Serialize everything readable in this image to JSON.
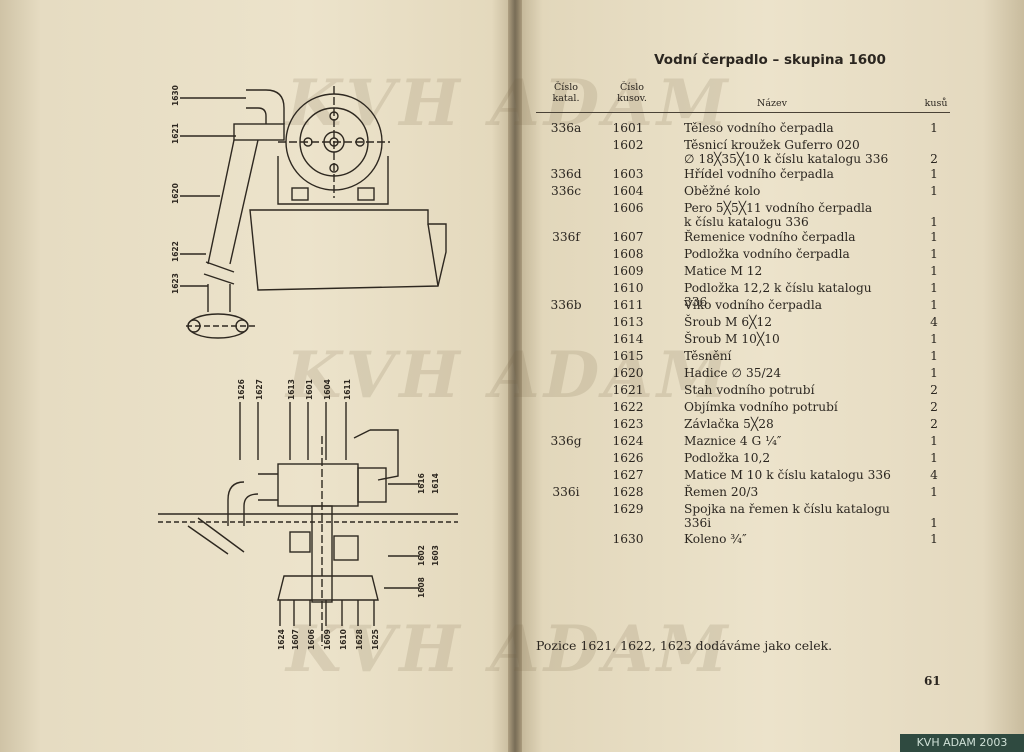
{
  "right_page": {
    "title": "Vodní čerpadlo – skupina 1600",
    "headers": {
      "cat_line1": "Číslo",
      "cat_line2": "katal.",
      "num_line1": "Číslo",
      "num_line2": "kusov.",
      "name": "Název",
      "qty": "kusů"
    },
    "rows": [
      {
        "cat": "336a",
        "num": "1601",
        "name": [
          "Těleso vodního čerpadla"
        ],
        "qty": "1"
      },
      {
        "cat": "",
        "num": "1602",
        "name": [
          "Těsnicí kroužek Guferro 020",
          "∅ 18╳35╳10 k číslu katalogu 336"
        ],
        "qty": "2"
      },
      {
        "cat": "336d",
        "num": "1603",
        "name": [
          "Hřídel vodního čerpadla"
        ],
        "qty": "1"
      },
      {
        "cat": "336c",
        "num": "1604",
        "name": [
          "Oběžné kolo"
        ],
        "qty": "1"
      },
      {
        "cat": "",
        "num": "1606",
        "name": [
          "Pero 5╳5╳11 vodního čerpadla",
          "k číslu katalogu 336"
        ],
        "qty": "1"
      },
      {
        "cat": "336f",
        "num": "1607",
        "name": [
          "Řemenice vodního čerpadla"
        ],
        "qty": "1"
      },
      {
        "cat": "",
        "num": "1608",
        "name": [
          "Podložka vodního čerpadla"
        ],
        "qty": "1"
      },
      {
        "cat": "",
        "num": "1609",
        "name": [
          "Matice M 12"
        ],
        "qty": "1"
      },
      {
        "cat": "",
        "num": "1610",
        "name": [
          "Podložka 12,2 k číslu katalogu 336"
        ],
        "qty": "1"
      },
      {
        "cat": "336b",
        "num": "1611",
        "name": [
          "Víko vodního čerpadla"
        ],
        "qty": "1"
      },
      {
        "cat": "",
        "num": "1613",
        "name": [
          "Šroub M 6╳12"
        ],
        "qty": "4"
      },
      {
        "cat": "",
        "num": "1614",
        "name": [
          "Šroub M 10╳10"
        ],
        "qty": "1"
      },
      {
        "cat": "",
        "num": "1615",
        "name": [
          "Těsnění"
        ],
        "qty": "1"
      },
      {
        "cat": "",
        "num": "1620",
        "name": [
          "Hadice ∅ 35/24"
        ],
        "qty": "1"
      },
      {
        "cat": "",
        "num": "1621",
        "name": [
          "Stah vodního potrubí"
        ],
        "qty": "2"
      },
      {
        "cat": "",
        "num": "1622",
        "name": [
          "Objímka vodního potrubí"
        ],
        "qty": "2"
      },
      {
        "cat": "",
        "num": "1623",
        "name": [
          "Závlačka 5╳28"
        ],
        "qty": "2"
      },
      {
        "cat": "336g",
        "num": "1624",
        "name": [
          "Maznice 4 G ¼″"
        ],
        "qty": "1"
      },
      {
        "cat": "",
        "num": "1626",
        "name": [
          "Podložka 10,2"
        ],
        "qty": "1"
      },
      {
        "cat": "",
        "num": "1627",
        "name": [
          "Matice M 10 k číslu katalogu 336"
        ],
        "qty": "4"
      },
      {
        "cat": "336i",
        "num": "1628",
        "name": [
          "Řemen 20/3"
        ],
        "qty": "1"
      },
      {
        "cat": "",
        "num": "1629",
        "name": [
          "Spojka na řemen k číslu katalogu",
          "336i"
        ],
        "qty": "1"
      },
      {
        "cat": "",
        "num": "1630",
        "name": [
          "Koleno ¾″"
        ],
        "qty": "1"
      }
    ],
    "note": "Pozice 1621, 1622, 1623 dodáváme jako celek.",
    "page_number": "61"
  },
  "left_page": {
    "top_drawing_labels": [
      "1630",
      "1621",
      "1620",
      "1622",
      "1623"
    ],
    "bottom_drawing_top_labels": [
      "1626",
      "1627",
      "1613",
      "1601",
      "1604",
      "1611"
    ],
    "bottom_drawing_right_labels": [
      "1616",
      "1614",
      "1602",
      "1603",
      "1608"
    ],
    "bottom_drawing_bottom_labels": [
      "1624",
      "1607",
      "1606",
      "1609",
      "1610",
      "1628",
      "1625"
    ]
  },
  "watermark": "KVH ADAM",
  "badge": "KVH ADAM 2003"
}
